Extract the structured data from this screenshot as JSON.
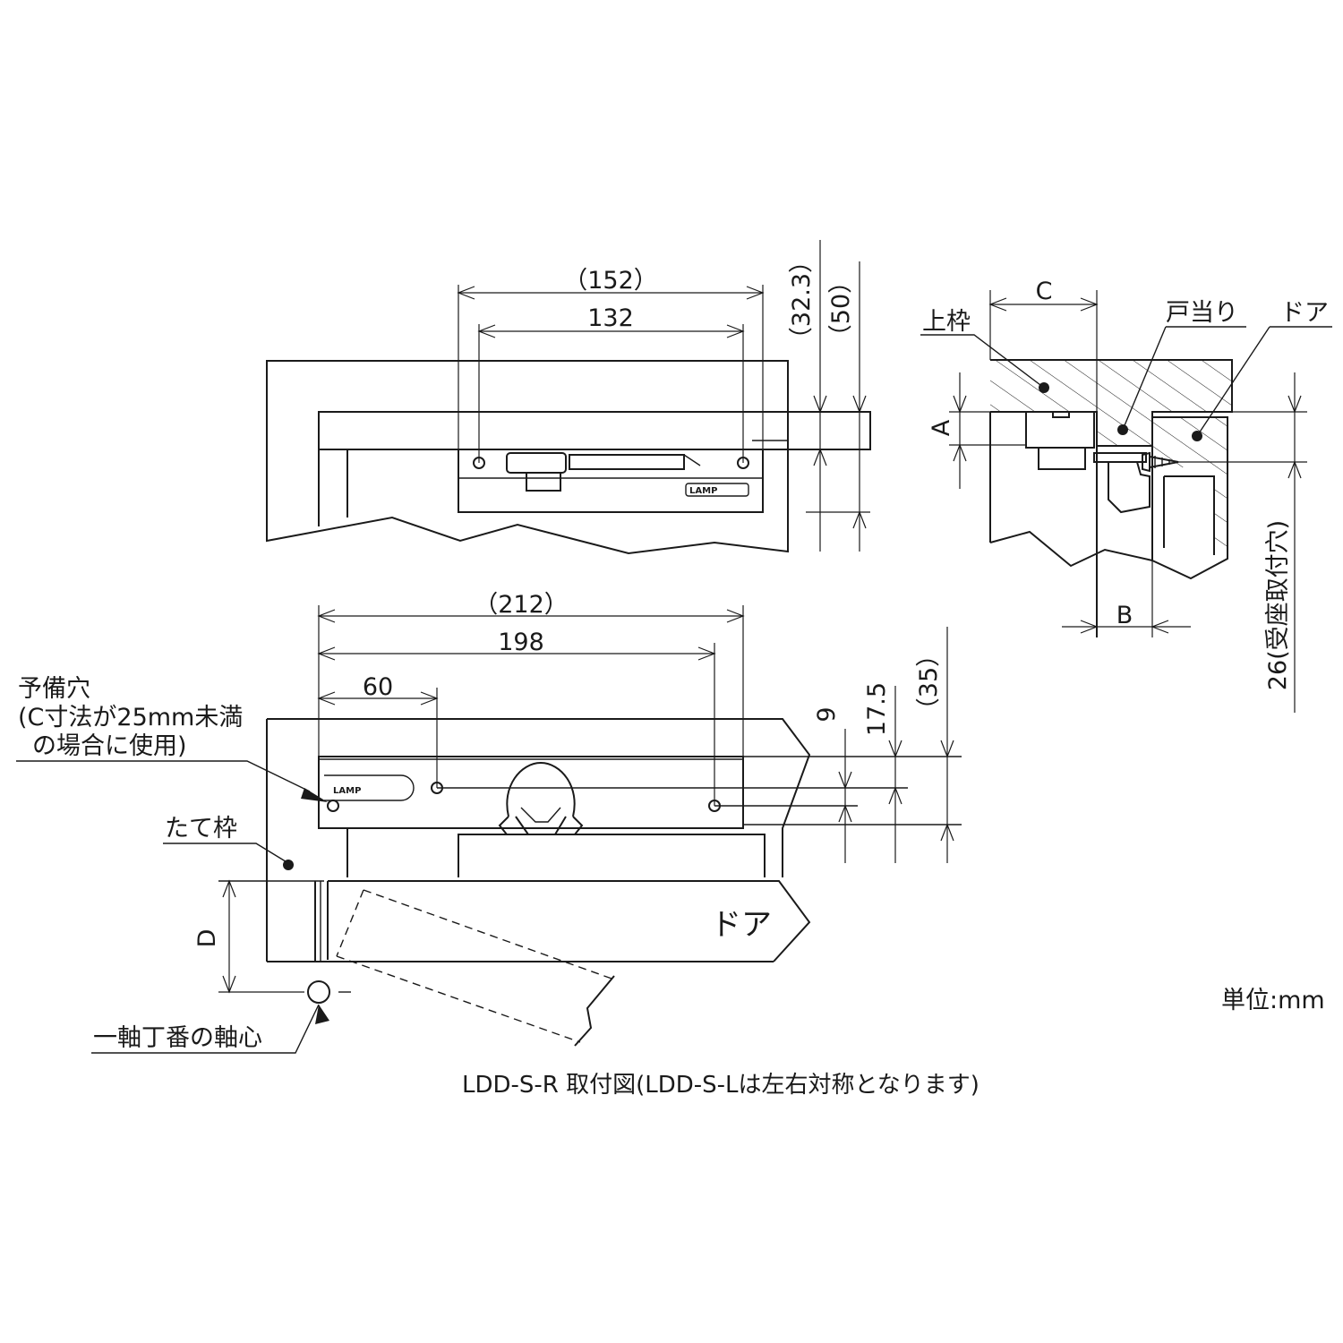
{
  "top_view": {
    "dim_width_ref": "（152）",
    "dim_width": "132",
    "dim_height_ref": "（32.3）",
    "dim_height2_ref": "（50）"
  },
  "section_view": {
    "dim_c": "C",
    "dim_a": "A",
    "dim_b": "B",
    "label_upper_frame": "上枠",
    "label_door_stop": "戸当り",
    "label_door": "ドア",
    "dim_receiver": "26(受座取付穴)"
  },
  "bottom_view": {
    "dim_212": "（212）",
    "dim_198": "198",
    "dim_60": "60",
    "dim_9": "9",
    "dim_17_5": "17.5",
    "dim_35": "（35）",
    "dim_d": "D",
    "label_spare_hole": [
      "予備穴",
      "(C寸法が25mm未満",
      "の場合に使用)"
    ],
    "label_vertical_frame": "たて枠",
    "label_door": "ドア",
    "label_pivot": "一軸丁番の軸心"
  },
  "unit_label": "単位:mm",
  "caption": "LDD-S-R 取付図(LDD-S-Lは左右対称となります)",
  "brand_mark": "LAMP"
}
